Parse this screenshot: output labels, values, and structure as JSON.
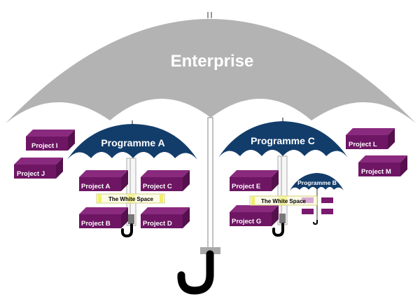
{
  "diagram": {
    "title": "Enterprise",
    "colors": {
      "enterprise_canopy": "#b3b3b3",
      "programme_canopy": "#123d6b",
      "project_front": "#6e1664",
      "project_top": "#8a2a7e",
      "project_side": "#55104d",
      "white_space_highlight": "#f2ef6a",
      "handle": "#000000"
    },
    "enterprise": {
      "label": "Enterprise",
      "projects": [
        "Project I",
        "Project J",
        "Project L",
        "Project M"
      ]
    },
    "programmes": [
      {
        "label": "Programme A",
        "projects": [
          "Project A",
          "Project B",
          "Project C",
          "Project D"
        ],
        "white_space_label": "The White Space"
      },
      {
        "label": "Programme C",
        "projects": [
          "Project E",
          "Project G"
        ],
        "white_space_label": "The White Space",
        "nested_programme": {
          "label": "Programme B",
          "project_count": 4
        }
      }
    ]
  }
}
